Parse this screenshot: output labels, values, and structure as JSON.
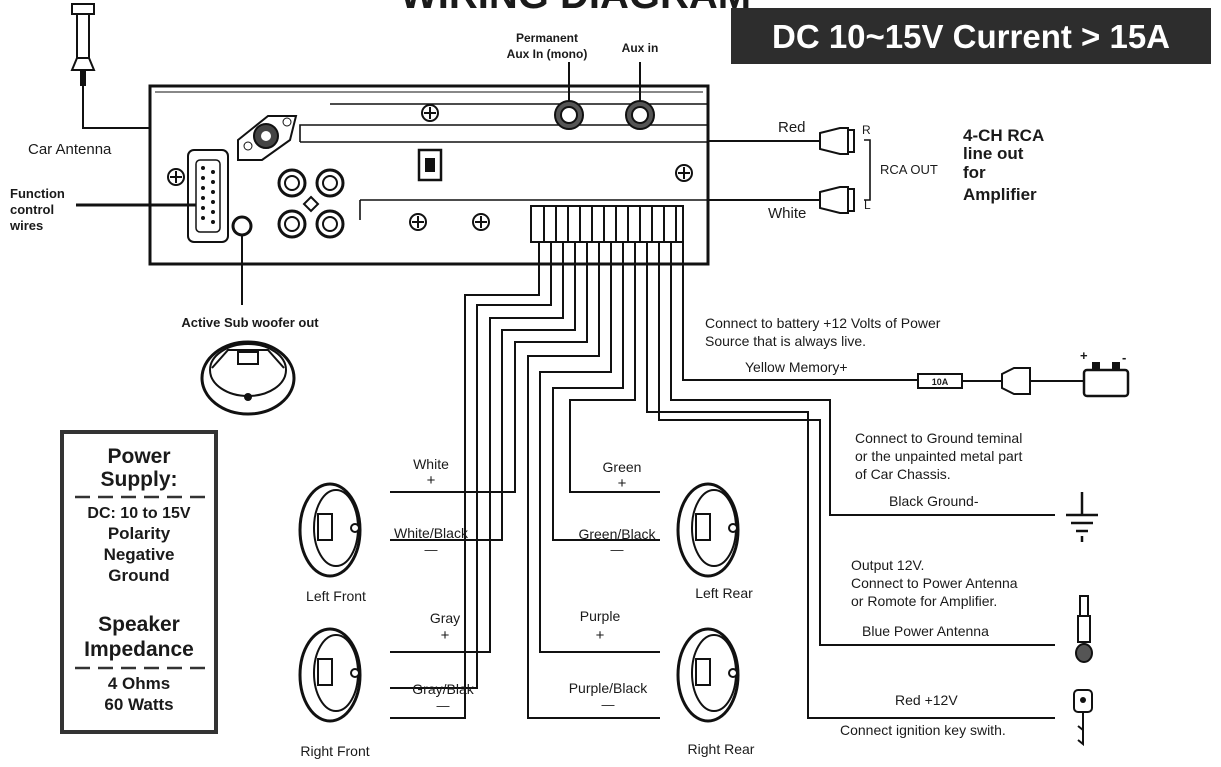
{
  "title": "WIRING DIAGRAM",
  "spec_banner": "DC 10~15V  Current > 15A",
  "head_unit": {
    "permanent_aux": "Permanent Aux In (mono)",
    "permanent_aux_l1": "Permanent",
    "permanent_aux_l2": "Aux In (mono)",
    "aux_in": "Aux in",
    "car_antenna": "Car Antenna",
    "function_l1": "Function",
    "function_l2": "control",
    "function_l3": "wires",
    "sub_out": "Active Sub woofer out"
  },
  "rca": {
    "red": "Red",
    "white": "White",
    "r": "R",
    "l": "L",
    "out": "RCA OUT",
    "desc_l1": "4-CH  RCA",
    "desc_l2": "line  out",
    "desc_l3": "for",
    "desc_l4": "Amplifier"
  },
  "power_supply_box": {
    "l1": "Power",
    "l2": "Supply:",
    "l3": "DC: 10 to 15V",
    "l4": "Polarity",
    "l5": "Negative",
    "l6": "Ground",
    "l7": "Speaker",
    "l8": "Impedance",
    "l9": "4  Ohms",
    "l10": "60 Watts"
  },
  "speakers": {
    "left_front": "Left Front",
    "right_front": "Right Front",
    "left_rear": "Left Rear",
    "right_rear": "Right Rear"
  },
  "speaker_wires": {
    "white": "White",
    "white_black": "White/Black",
    "gray": "Gray",
    "gray_blak": "Gray/Blak",
    "green": "Green",
    "green_black": "Green/Black",
    "purple": "Purple",
    "purple_black": "Purple/Black",
    "plus": "+",
    "minus": "—"
  },
  "power_wires": {
    "battery_note_l1": "Connect to battery +12 Volts of Power",
    "battery_note_l2": "Source that is always live.",
    "yellow": "Yellow Memory+",
    "fuse": "10A",
    "ground_note_l1": "Connect to Ground teminal",
    "ground_note_l2": "or the unpainted metal part",
    "ground_note_l3": "of Car Chassis.",
    "black": "Black Ground-",
    "antenna_note_l1": "Output 12V.",
    "antenna_note_l2": "Connect to Power Antenna",
    "antenna_note_l3": "or Romote for Amplifier.",
    "blue": "Blue Power Antenna",
    "red": "Red    +12V",
    "ignition_note": "Connect ignition key swith."
  },
  "icons": [
    "antenna-plug-icon",
    "battery-icon",
    "ground-symbol-icon",
    "ignition-key-icon",
    "power-antenna-icon",
    "speaker-icon",
    "subwoofer-icon",
    "fuse-icon",
    "rca-plug-icon"
  ]
}
